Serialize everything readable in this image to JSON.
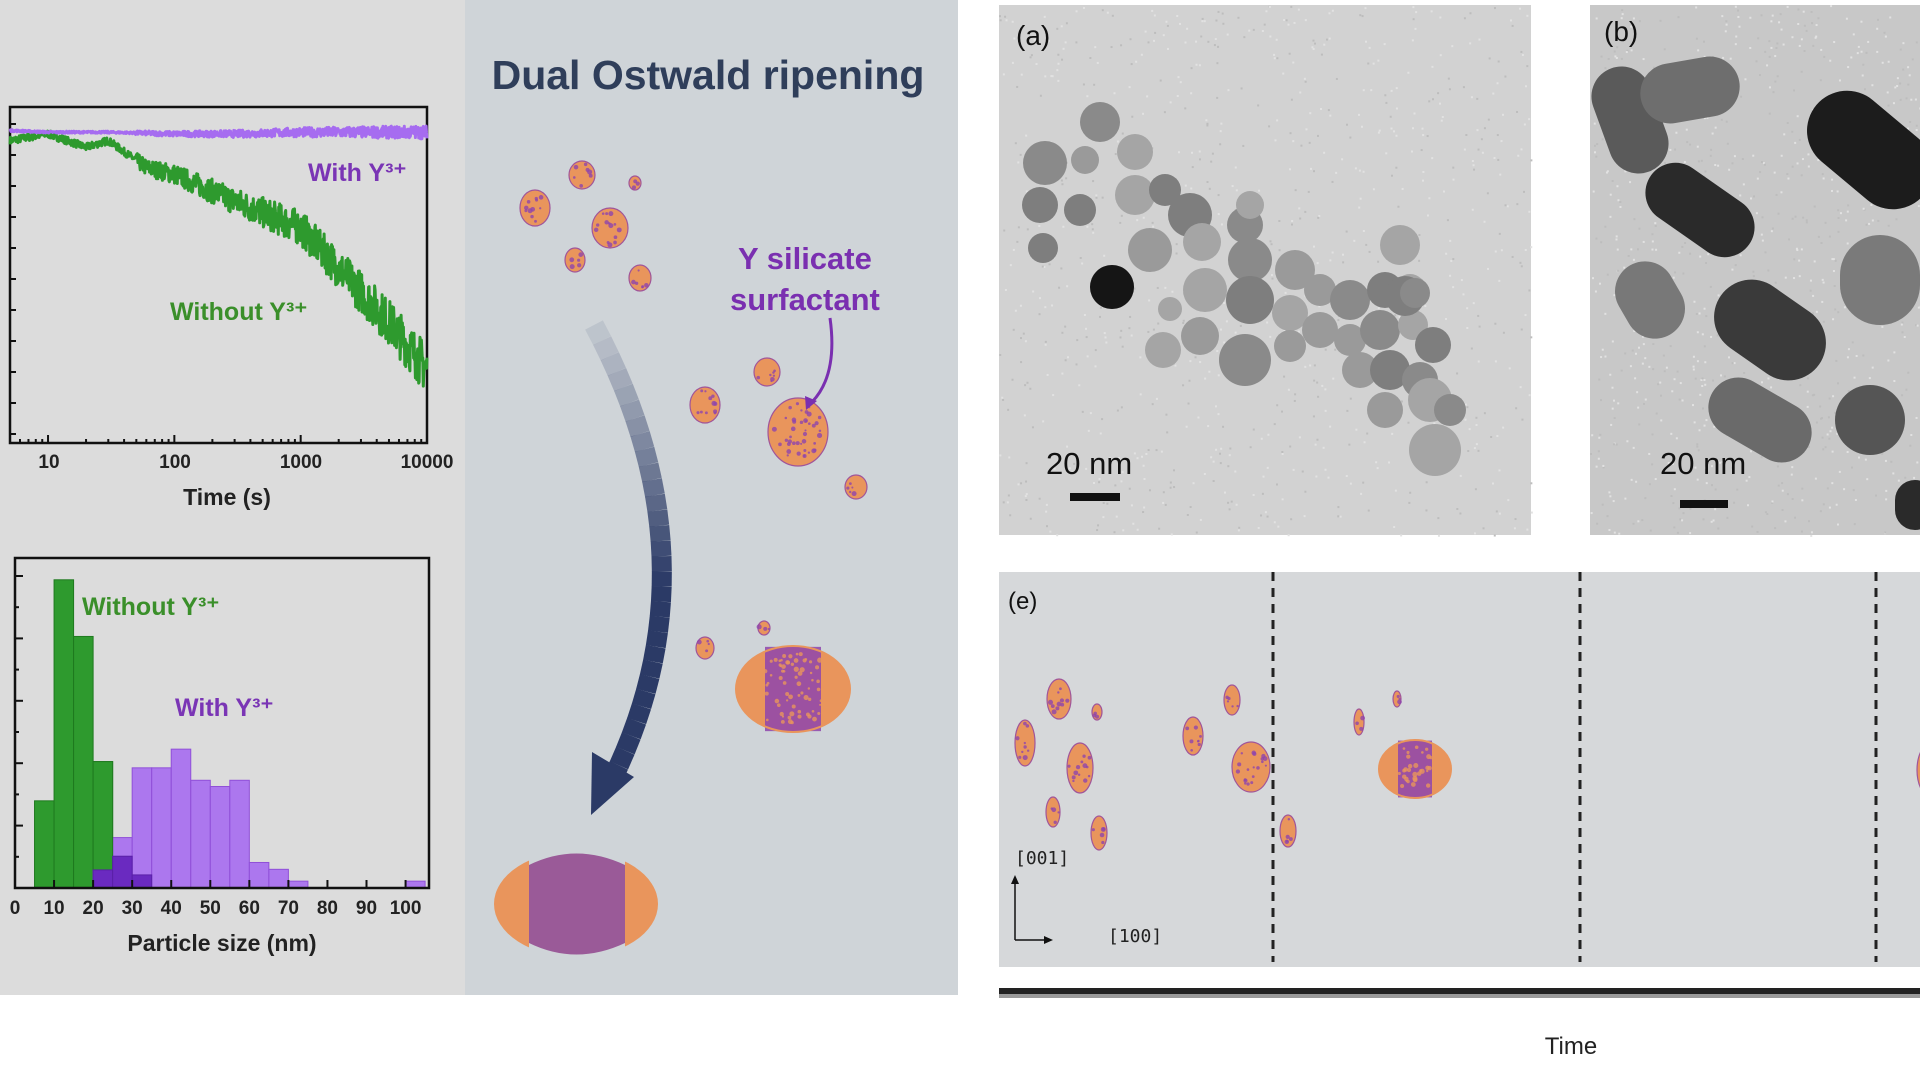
{
  "figure": {
    "title": "Dual Ostwald ripening",
    "annotation_lines": [
      "Y silicate",
      "surfactant"
    ],
    "panel_labels": {
      "a": "(a)",
      "b": "(b)",
      "e": "(e)"
    },
    "scale_bar_a": "20 nm",
    "scale_bar_b": "20 nm",
    "direction_up": "[001]",
    "direction_right": "[100]",
    "time_axis_label": "Time"
  },
  "colors": {
    "with_y": "#a66cf0",
    "without_y": "#2e9a2e",
    "overlap": "#6a2ac0",
    "label_with": "#7a35b5",
    "label_without": "#3a8f2a",
    "particle_orange": "#e9955c",
    "particle_purple": "#8e45ad",
    "arrow": "#2b3a66"
  },
  "chart_data": [
    {
      "type": "line",
      "title": "",
      "xlabel": "Time (s)",
      "ylabel": "",
      "xscale": "log",
      "xlim": [
        5,
        10000
      ],
      "ylim": [
        0,
        1
      ],
      "xticks": [
        "10",
        "100",
        "1000",
        "10000"
      ],
      "xtick_values": [
        10,
        100,
        1000,
        10000
      ],
      "series": [
        {
          "name": "With Y³⁺",
          "x": [
            5,
            10,
            30,
            100,
            300,
            1000,
            3000,
            10000
          ],
          "y": [
            0.93,
            0.925,
            0.925,
            0.92,
            0.92,
            0.925,
            0.925,
            0.925
          ]
        },
        {
          "name": "Without Y³⁺",
          "x": [
            5,
            10,
            20,
            30,
            60,
            100,
            300,
            1000,
            3000,
            5000,
            10000
          ],
          "y": [
            0.9,
            0.92,
            0.88,
            0.9,
            0.82,
            0.8,
            0.72,
            0.64,
            0.45,
            0.36,
            0.22
          ]
        }
      ]
    },
    {
      "type": "bar",
      "title": "",
      "xlabel": "Particle size (nm)",
      "ylabel": "",
      "xlim": [
        0,
        106
      ],
      "ylim": [
        0,
        53
      ],
      "bin_width": 5,
      "xticks": [
        "0",
        "10",
        "20",
        "30",
        "40",
        "50",
        "60",
        "70",
        "80",
        "90",
        "100"
      ],
      "xtick_values": [
        0,
        10,
        20,
        30,
        40,
        50,
        60,
        70,
        80,
        90,
        100
      ],
      "series": [
        {
          "name": "Without Y³⁺",
          "bin_starts": [
            5,
            10,
            15,
            20,
            25,
            30
          ],
          "values": [
            14,
            49.5,
            40.4,
            20.3,
            5.1,
            2.1
          ]
        },
        {
          "name": "With Y³⁺",
          "bin_starts": [
            20,
            25,
            30,
            35,
            40,
            45,
            50,
            55,
            60,
            65,
            70,
            100
          ],
          "values": [
            2.9,
            8.1,
            19.3,
            19.3,
            22.3,
            17.3,
            16.3,
            17.3,
            4.1,
            3.0,
            1.1,
            1.1
          ]
        }
      ]
    }
  ]
}
